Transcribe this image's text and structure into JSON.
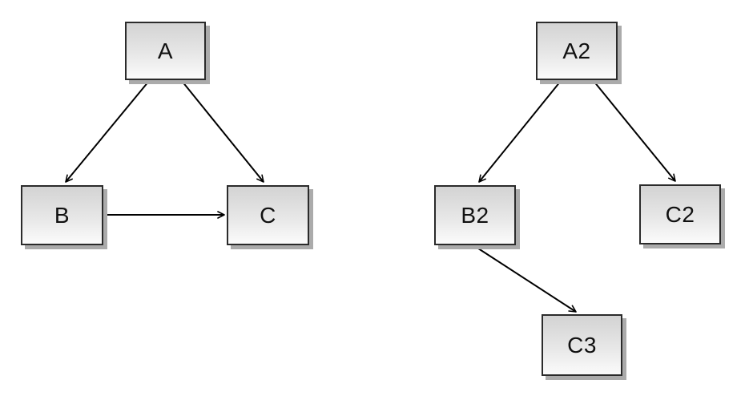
{
  "diagram": {
    "left_graph": {
      "nodes": [
        {
          "id": "A",
          "label": "A"
        },
        {
          "id": "B",
          "label": "B"
        },
        {
          "id": "C",
          "label": "C"
        }
      ],
      "edges": [
        {
          "from": "A",
          "to": "B"
        },
        {
          "from": "A",
          "to": "C"
        },
        {
          "from": "B",
          "to": "C"
        }
      ]
    },
    "right_graph": {
      "nodes": [
        {
          "id": "A2",
          "label": "A2"
        },
        {
          "id": "B2",
          "label": "B2"
        },
        {
          "id": "C2",
          "label": "C2"
        },
        {
          "id": "C3",
          "label": "C3"
        }
      ],
      "edges": [
        {
          "from": "A2",
          "to": "B2"
        },
        {
          "from": "A2",
          "to": "C2"
        },
        {
          "from": "B2",
          "to": "C3"
        }
      ]
    },
    "style": {
      "node_fill_top": "#d3d3d3",
      "node_fill_bottom": "#fbfbfb",
      "node_border_color": "#2b2b2b",
      "node_shadow_color": "#ababab",
      "edge_color": "#000000",
      "background": "#ffffff"
    }
  }
}
